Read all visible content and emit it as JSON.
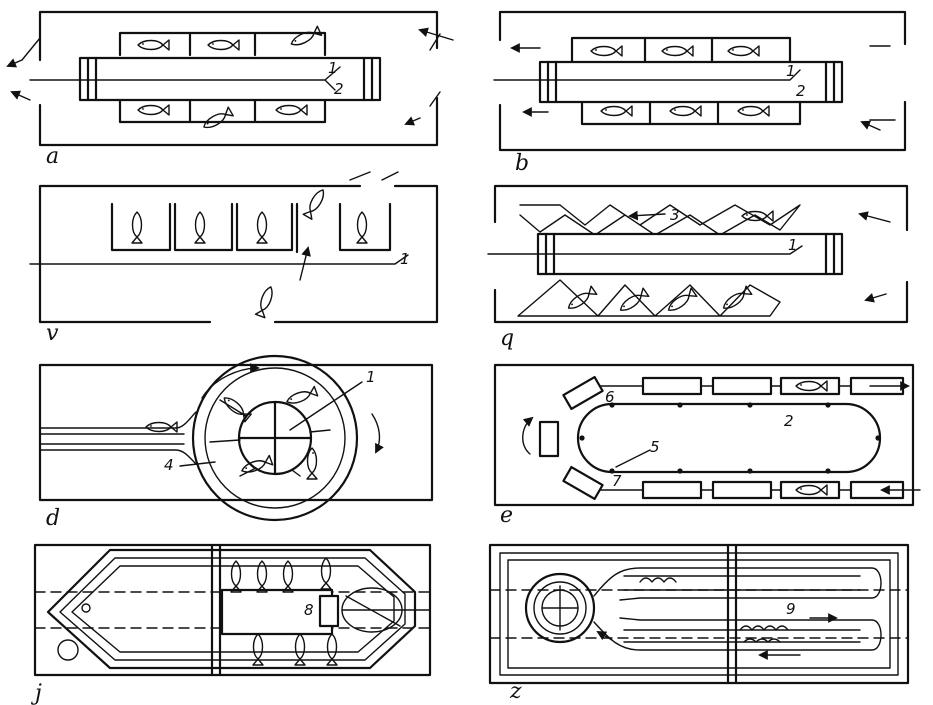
{
  "panels": {
    "a": {
      "label": "a",
      "callouts": [
        "1",
        "2"
      ]
    },
    "b": {
      "label": "b",
      "callouts": [
        "1",
        "2"
      ]
    },
    "v": {
      "label": "v",
      "callouts": [
        "1"
      ]
    },
    "q": {
      "label": "q",
      "callouts": [
        "3",
        "1"
      ]
    },
    "d": {
      "label": "d",
      "callouts": [
        "1",
        "4"
      ]
    },
    "e": {
      "label": "e",
      "callouts": [
        "6",
        "2",
        "5",
        "7"
      ]
    },
    "j": {
      "label": "j",
      "callouts": [
        "8"
      ]
    },
    "z": {
      "label": "z",
      "callouts": [
        "9"
      ]
    }
  }
}
